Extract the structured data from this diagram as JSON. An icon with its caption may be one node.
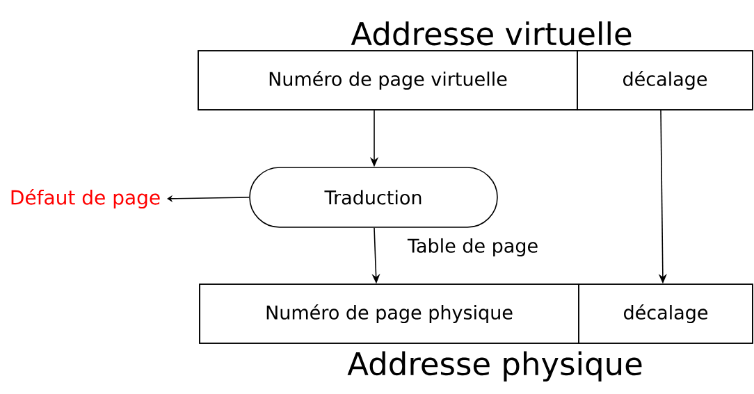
{
  "diagram": {
    "nodes": [
      {
        "text": [
          "Addresse virtuelle"
        ]
      },
      {
        "text": [
          "Numéro de page virtuelle"
        ],
        "in": 0
      },
      {
        "text": [
          "décalage"
        ],
        "in": 0
      },
      {
        "text": [
          "Traduction"
        ]
      },
      {
        "text": [
          "Défaut de page"
        ]
      },
      {
        "text": [
          "Addresse physique"
        ]
      },
      {
        "text": [
          "Numéro de page physique"
        ],
        "in": 5
      },
      {
        "text": [
          "décalage"
        ],
        "in": 5
      }
    ],
    "edges": [
      {
        "from": 1,
        "to": 3,
        "arrow": "to"
      },
      {
        "from": 3,
        "to": 6,
        "arrow": "to",
        "label": "Table de page"
      },
      {
        "from": 2,
        "to": 7,
        "arrow": "to"
      },
      {
        "from": 3,
        "to": 4,
        "arrow": "to"
      }
    ]
  }
}
